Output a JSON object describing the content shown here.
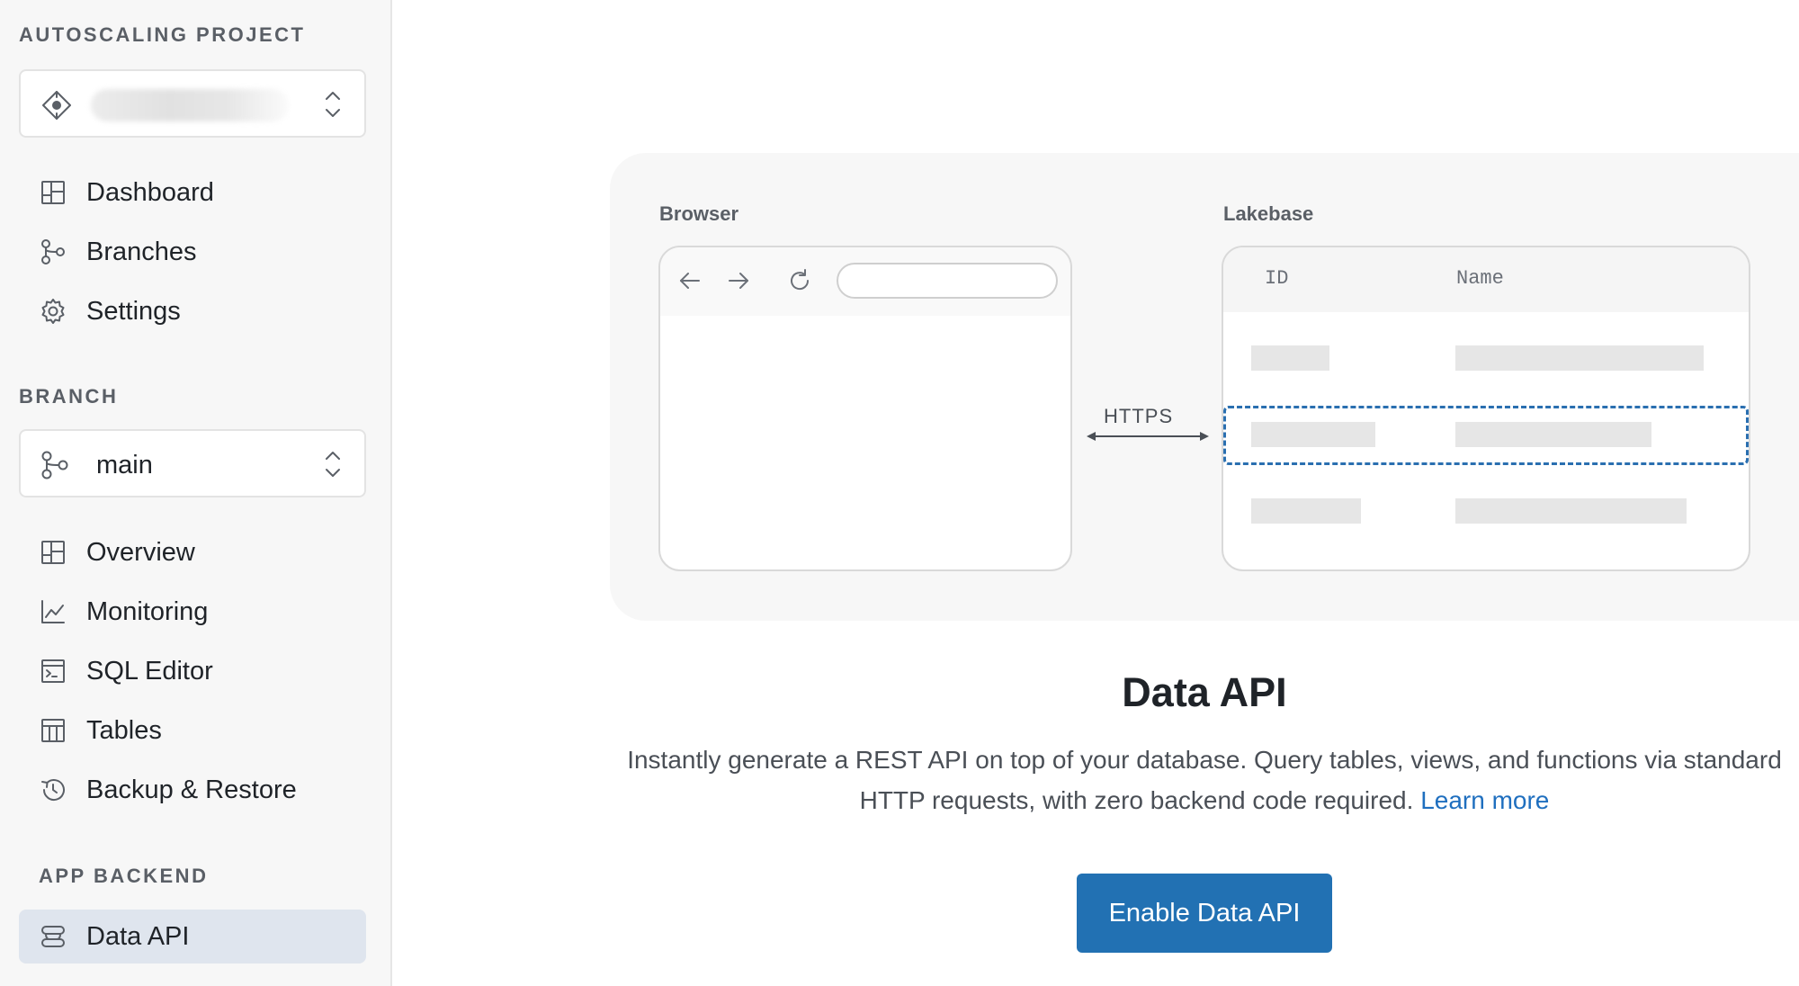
{
  "sidebar": {
    "project_section_label": "AUTOSCALING PROJECT",
    "project_selector": {
      "icon": "project-icon",
      "value_redacted": true
    },
    "project_nav": [
      {
        "label": "Dashboard",
        "icon": "dashboard-icon"
      },
      {
        "label": "Branches",
        "icon": "branch-icon"
      },
      {
        "label": "Settings",
        "icon": "gear-icon"
      }
    ],
    "branch_section_label": "BRANCH",
    "branch_selector": {
      "value": "main",
      "icon": "branch-icon"
    },
    "branch_nav": [
      {
        "label": "Overview",
        "icon": "dashboard-icon"
      },
      {
        "label": "Monitoring",
        "icon": "chart-icon"
      },
      {
        "label": "SQL Editor",
        "icon": "terminal-icon"
      },
      {
        "label": "Tables",
        "icon": "table-icon"
      },
      {
        "label": "Backup & Restore",
        "icon": "history-icon"
      }
    ],
    "app_backend_section_label": "APP BACKEND",
    "app_backend_nav": [
      {
        "label": "Data API",
        "icon": "data-api-icon",
        "active": true
      }
    ]
  },
  "illustration": {
    "browser_title": "Browser",
    "database_title": "Lakebase",
    "protocol_label": "HTTPS",
    "table_columns": [
      "ID",
      "Name"
    ]
  },
  "main": {
    "title": "Data API",
    "description": "Instantly generate a REST API on top of your database. Query tables, views, and functions via standard HTTP requests, with zero backend code required.",
    "learn_more": "Learn more",
    "enable_button": "Enable Data API"
  },
  "colors": {
    "accent": "#2271b3",
    "link": "#1f6fbf",
    "active_nav_bg": "#dfe5ee",
    "sidebar_bg": "#f7f7f7"
  }
}
